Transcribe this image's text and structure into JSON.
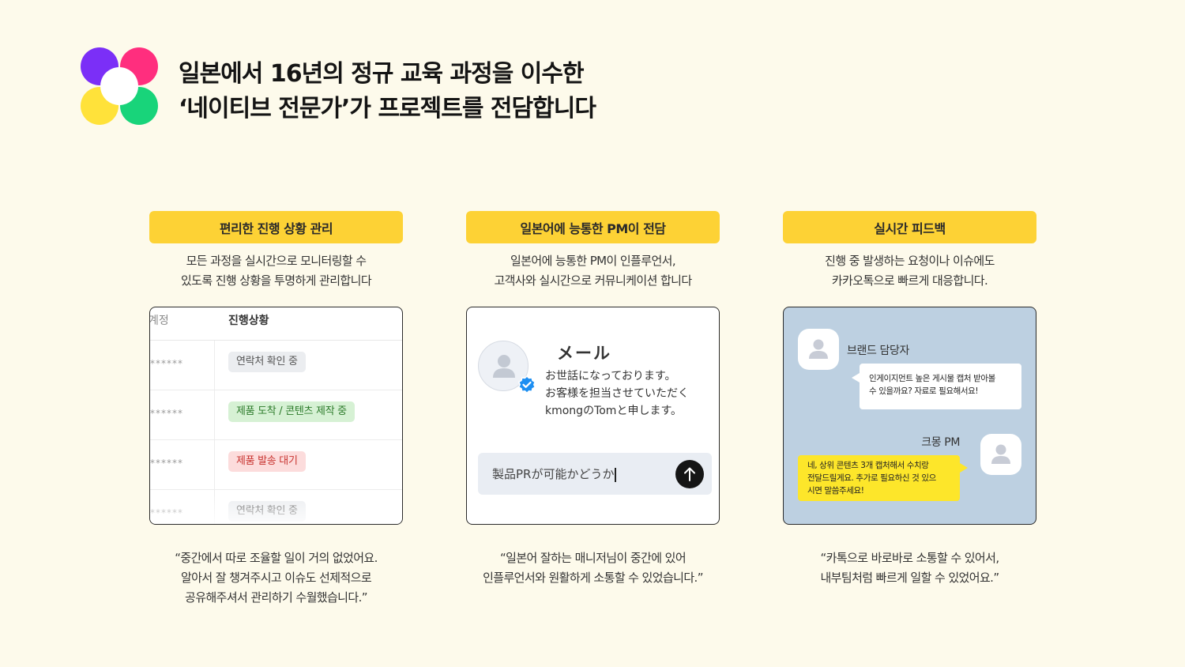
{
  "colors": {
    "background": "#fdfaeb",
    "accent_yellow": "#fdd235",
    "logo_purple": "#7b2ff7",
    "logo_pink": "#ff2e7e",
    "logo_yellow": "#ffe23a",
    "logo_green": "#18d47a"
  },
  "header": {
    "logo_icon": "four-petal-flower-logo",
    "title_line1": "일본에서 16년의 정규 교육 과정을 이수한",
    "title_line2": "‘네이티브 전문가’가 프로젝트를 전담합니다"
  },
  "features": [
    {
      "pill": "편리한 진행 상황 관리",
      "desc_line1": "모든 과정을 실시간으로 모니터링할 수",
      "desc_line2": "있도록 진행 상황을 투명하게 관리합니다",
      "table": {
        "col1_header": "계정",
        "col2_header": "진행상황",
        "rows": [
          {
            "account": "******",
            "status": "연락처 확인 중"
          },
          {
            "account": "******",
            "status": "제품 도착 / 콘텐츠 제작  중"
          },
          {
            "account": "******",
            "status": "제품 발송 대기"
          },
          {
            "account": "******",
            "status": "연락처 확인 중"
          }
        ]
      },
      "quote_line1": "“중간에서 따로 조율할 일이 거의 없었어요.",
      "quote_line2": "알아서 잘 챙겨주시고 이슈도 선제적으로",
      "quote_line3": "공유해주셔서 관리하기 수월했습니다.”"
    },
    {
      "pill": "일본어에 능통한 PM이 전담",
      "desc_line1": "일본어에 능통한 PM이 인플루언서,",
      "desc_line2": "고객사와 실시간으로 커뮤니케이션 합니다",
      "mail": {
        "title": "メール",
        "line1": "お世話になっております。",
        "line2": "お客様を担当させていただく",
        "line3": "kmongのTomと申します。",
        "composer_text": "製品PRが可能かどうか",
        "avatar_icon": "user-avatar-icon",
        "verified_icon": "verified-check-icon",
        "send_icon": "arrow-up-send-icon"
      },
      "quote_line1": "“일본어 잘하는 매니저님이 중간에 있어",
      "quote_line2": "인플루언서와 원활하게 소통할 수 있었습니다.”"
    },
    {
      "pill": "실시간 피드백",
      "desc_line1": "진행 중 발생하는 요청이나 이슈에도",
      "desc_line2": "카카오톡으로 빠르게 대응합니다.",
      "chat": {
        "sender1": "브랜드 담당자",
        "message1_line1": "인게이지먼트 높은 게시물 캡처 받아볼",
        "message1_line2": "수 있을까요? 자료로 필요해서요!",
        "sender2": "크몽 PM",
        "message2_line1": "네, 상위 콘텐츠 3개 캡처해서 수치랑",
        "message2_line2": "전달드릴게요. 추가로 필요하신 것 있으",
        "message2_line3": "시면 말씀주세요!"
      },
      "quote_line1": "“카톡으로 바로바로 소통할 수 있어서,",
      "quote_line2": "내부팀처럼 빠르게 일할 수 있었어요.”"
    }
  ]
}
